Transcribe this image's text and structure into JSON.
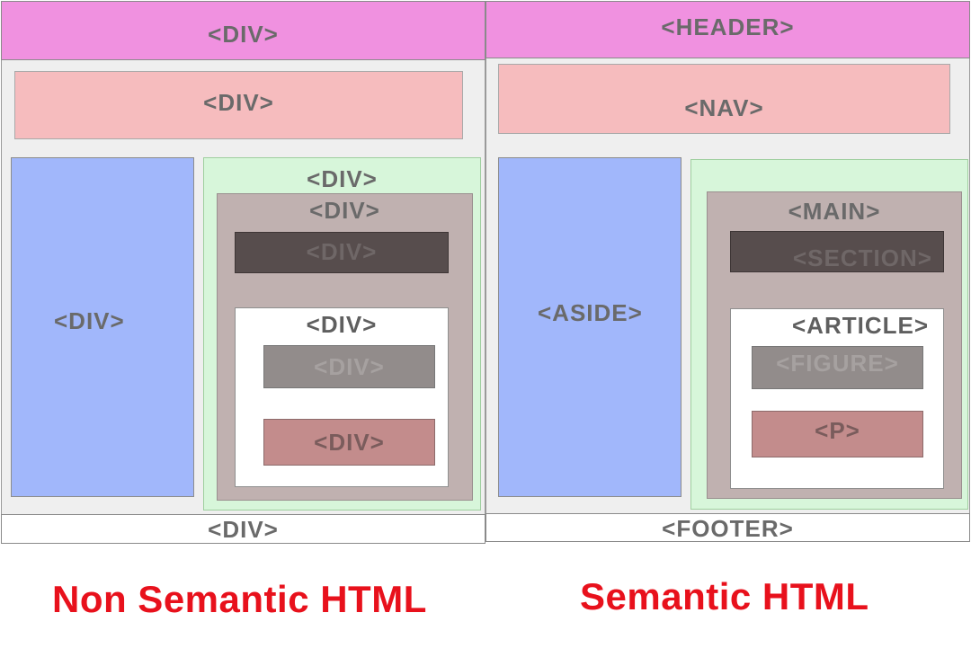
{
  "left": {
    "header": "<DIV>",
    "nav": "<DIV>",
    "aside": "<DIV>",
    "main_outer": "<DIV>",
    "main_inner": "<DIV>",
    "section": "<DIV>",
    "article": "<DIV>",
    "figure": "<DIV>",
    "p": "<DIV>",
    "footer": "<DIV>",
    "caption": "Non Semantic HTML"
  },
  "right": {
    "header": "<HEADER>",
    "nav": "<NAV>",
    "aside": "<ASIDE>",
    "main": "<MAIN>",
    "section": "<SECTION>",
    "article": "<ARTICLE>",
    "figure": "<FIGURE>",
    "p": "<P>",
    "footer": "<FOOTER>",
    "caption": "Semantic HTML"
  },
  "colors": {
    "header": "#f091e0",
    "nav": "#f6bcbe",
    "aside": "#a1b7fb",
    "main_outer": "#d7f6da",
    "main": "#c0b1b0",
    "section": "#574d4d",
    "figure": "#928c8b",
    "p": "#c38c8c",
    "caption": "#e8111c"
  }
}
